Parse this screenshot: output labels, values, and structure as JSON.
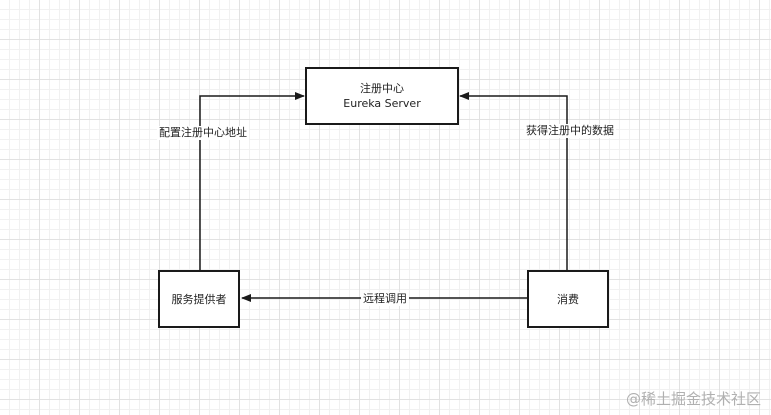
{
  "nodes": {
    "registry": {
      "line1": "注册中心",
      "line2": "Eureka Server"
    },
    "provider": {
      "label": "服务提供者"
    },
    "consumer": {
      "label": "消费"
    }
  },
  "edges": {
    "provider_to_registry": "配置注册中心地址",
    "consumer_to_registry": "获得注册中的数据",
    "consumer_to_provider": "远程调用"
  },
  "watermark": "@稀土掘金技术社区",
  "colors": {
    "stroke": "#1a1a1a",
    "grid": "#e2e2e2",
    "background": "#ffffff"
  }
}
